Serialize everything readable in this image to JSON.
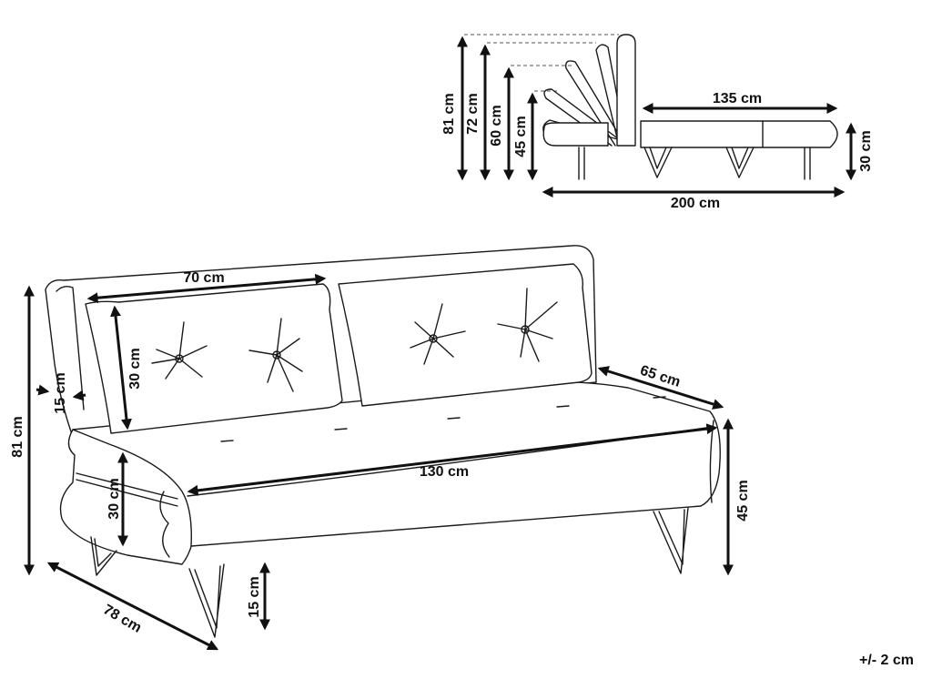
{
  "side_view": {
    "height_81": "81 cm",
    "height_72": "72 cm",
    "height_60": "60 cm",
    "height_45": "45 cm",
    "bed_length_135": "135 cm",
    "seat_thickness_30": "30 cm",
    "total_length_200": "200 cm"
  },
  "front_view": {
    "cushion_width_70": "70 cm",
    "cushion_height_30": "30 cm",
    "armrest_15": "15 cm",
    "total_height_81": "81 cm",
    "seat_width_130": "130 cm",
    "seat_depth_65": "65 cm",
    "seat_height_45": "45 cm",
    "arm_height_30": "30 cm",
    "leg_height_15": "15 cm",
    "total_depth_78": "78 cm"
  },
  "tolerance": "+/- 2 cm"
}
